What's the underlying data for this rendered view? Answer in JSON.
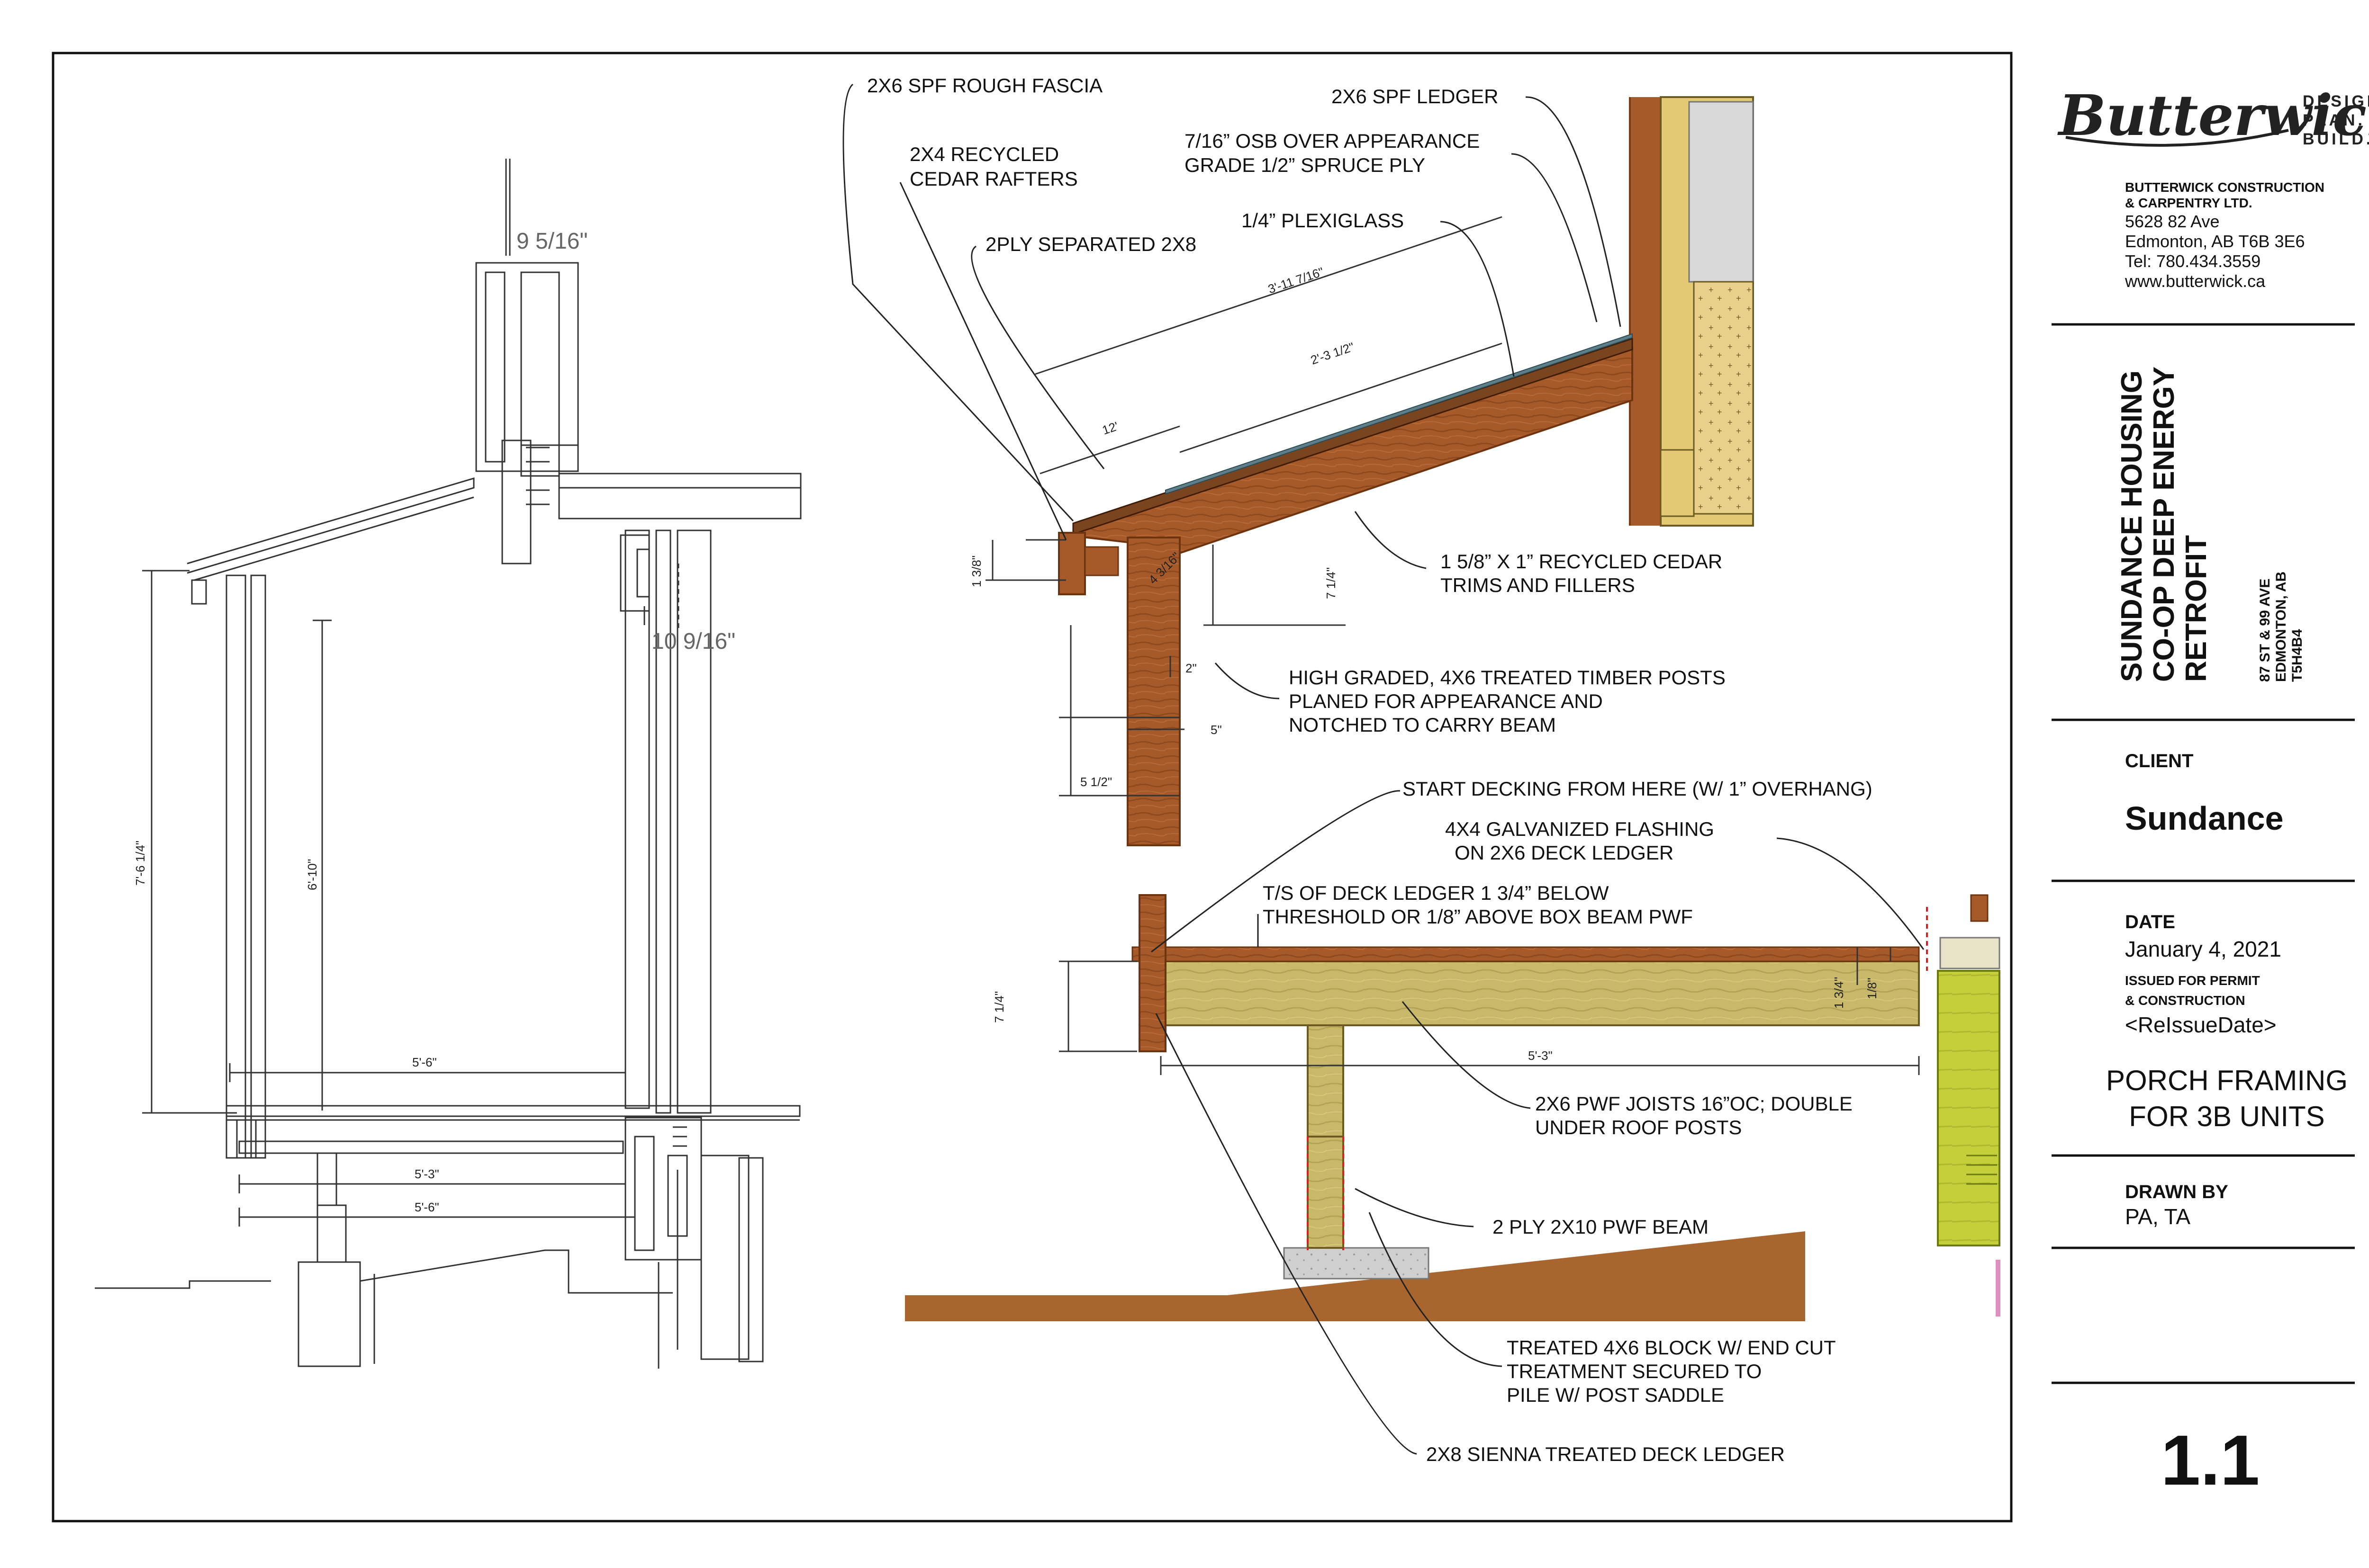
{
  "title_block": {
    "logo": {
      "name": "Butterwick",
      "tag_lines": [
        "DESIGN.",
        "PLAN.",
        "BUILD."
      ]
    },
    "company": {
      "name_line1": "BUTTERWICK CONSTRUCTION",
      "name_line2": "& CARPENTRY LTD.",
      "address": "5628 82 Ave",
      "city": "Edmonton, AB T6B 3E6",
      "tel": "Tel: 780.434.3559",
      "web": "www.butterwick.ca"
    },
    "project": {
      "line1": "SUNDANCE HOUSING",
      "line2": "CO-OP DEEP ENERGY",
      "line3": "RETROFIT",
      "addr1": "87 ST & 99 AVE",
      "addr2": "EDMONTON, AB",
      "addr3": "T5H4B4"
    },
    "client_label": "CLIENT",
    "client_value": "Sundance",
    "date_label": "DATE",
    "date_value": "January 4, 2021",
    "issued_label1": "ISSUED FOR PERMIT",
    "issued_label2": "& CONSTRUCTION",
    "reissue_value": "<ReIssueDate>",
    "drawing_title1": "PORCH FRAMING",
    "drawing_title2": "FOR 3B UNITS",
    "drawn_by_label": "DRAWN BY",
    "drawn_by_value": "PA, TA",
    "sheet_number": "1.1"
  },
  "callouts": {
    "fascia": "2X6 SPF ROUGH FASCIA",
    "ledger": "2X6 SPF LEDGER",
    "rafters1": "2X4 RECYCLED",
    "rafters2": "CEDAR RAFTERS",
    "osb1": "7/16” OSB OVER APPEARANCE",
    "osb2": "GRADE 1/2” SPRUCE PLY",
    "plexi": "1/4” PLEXIGLASS",
    "twoply": "2PLY SEPARATED 2X8",
    "trims1": "1 5/8” X 1” RECYCLED CEDAR",
    "trims2": "TRIMS AND FILLERS",
    "posts1": "HIGH GRADED, 4X6 TREATED TIMBER POSTS",
    "posts2": "PLANED FOR APPEARANCE AND",
    "posts3": "NOTCHED TO CARRY BEAM",
    "decking": "START DECKING FROM HERE (W/ 1” OVERHANG)",
    "flash1": "4X4 GALVANIZED FLASHING",
    "flash2": "ON 2X6 DECK LEDGER",
    "ts1": "T/S OF DECK LEDGER 1 3/4” BELOW",
    "ts2": "THRESHOLD OR 1/8” ABOVE BOX BEAM PWF",
    "joists1": "2X6 PWF JOISTS 16”OC; DOUBLE",
    "joists2": "UNDER ROOF POSTS",
    "beam": "2 PLY 2X10 PWF BEAM",
    "block1": "TREATED 4X6 BLOCK W/ END CUT",
    "block2": "TREATMENT SECURED TO",
    "block3": "PILE W/ POST SADDLE",
    "deckledger": "2X8 SIENNA TREATED DECK LEDGER"
  },
  "dimensions": {
    "d_3_11": "3'-11 7/16\"",
    "d_2_3": "2'-3 1/2\"",
    "d_12": "12'",
    "d_1_3_8": "1 3/8\"",
    "d_4_3_16": "4 3/16\"",
    "d_7_1_4_a": "7 1/4\"",
    "d_2": "2\"",
    "d_5": "5\"",
    "d_5_1_2": "5 1/2\"",
    "d_7_1_4_b": "7 1/4\"",
    "d_1_3_4": "1 3/4\"",
    "d_1_8": "1/8\"",
    "d_5_3_deck": "5'-3\"",
    "sec_9_5_16": "9 5/16\"",
    "sec_10_9_16": "10 9/16\"",
    "sec_7_6": "7'-6 1/4\"",
    "sec_6_10": "6'-10\"",
    "sec_5_6_a": "5'-6\"",
    "sec_5_3": "5'-3\"",
    "sec_5_6_b": "5'-6\""
  }
}
